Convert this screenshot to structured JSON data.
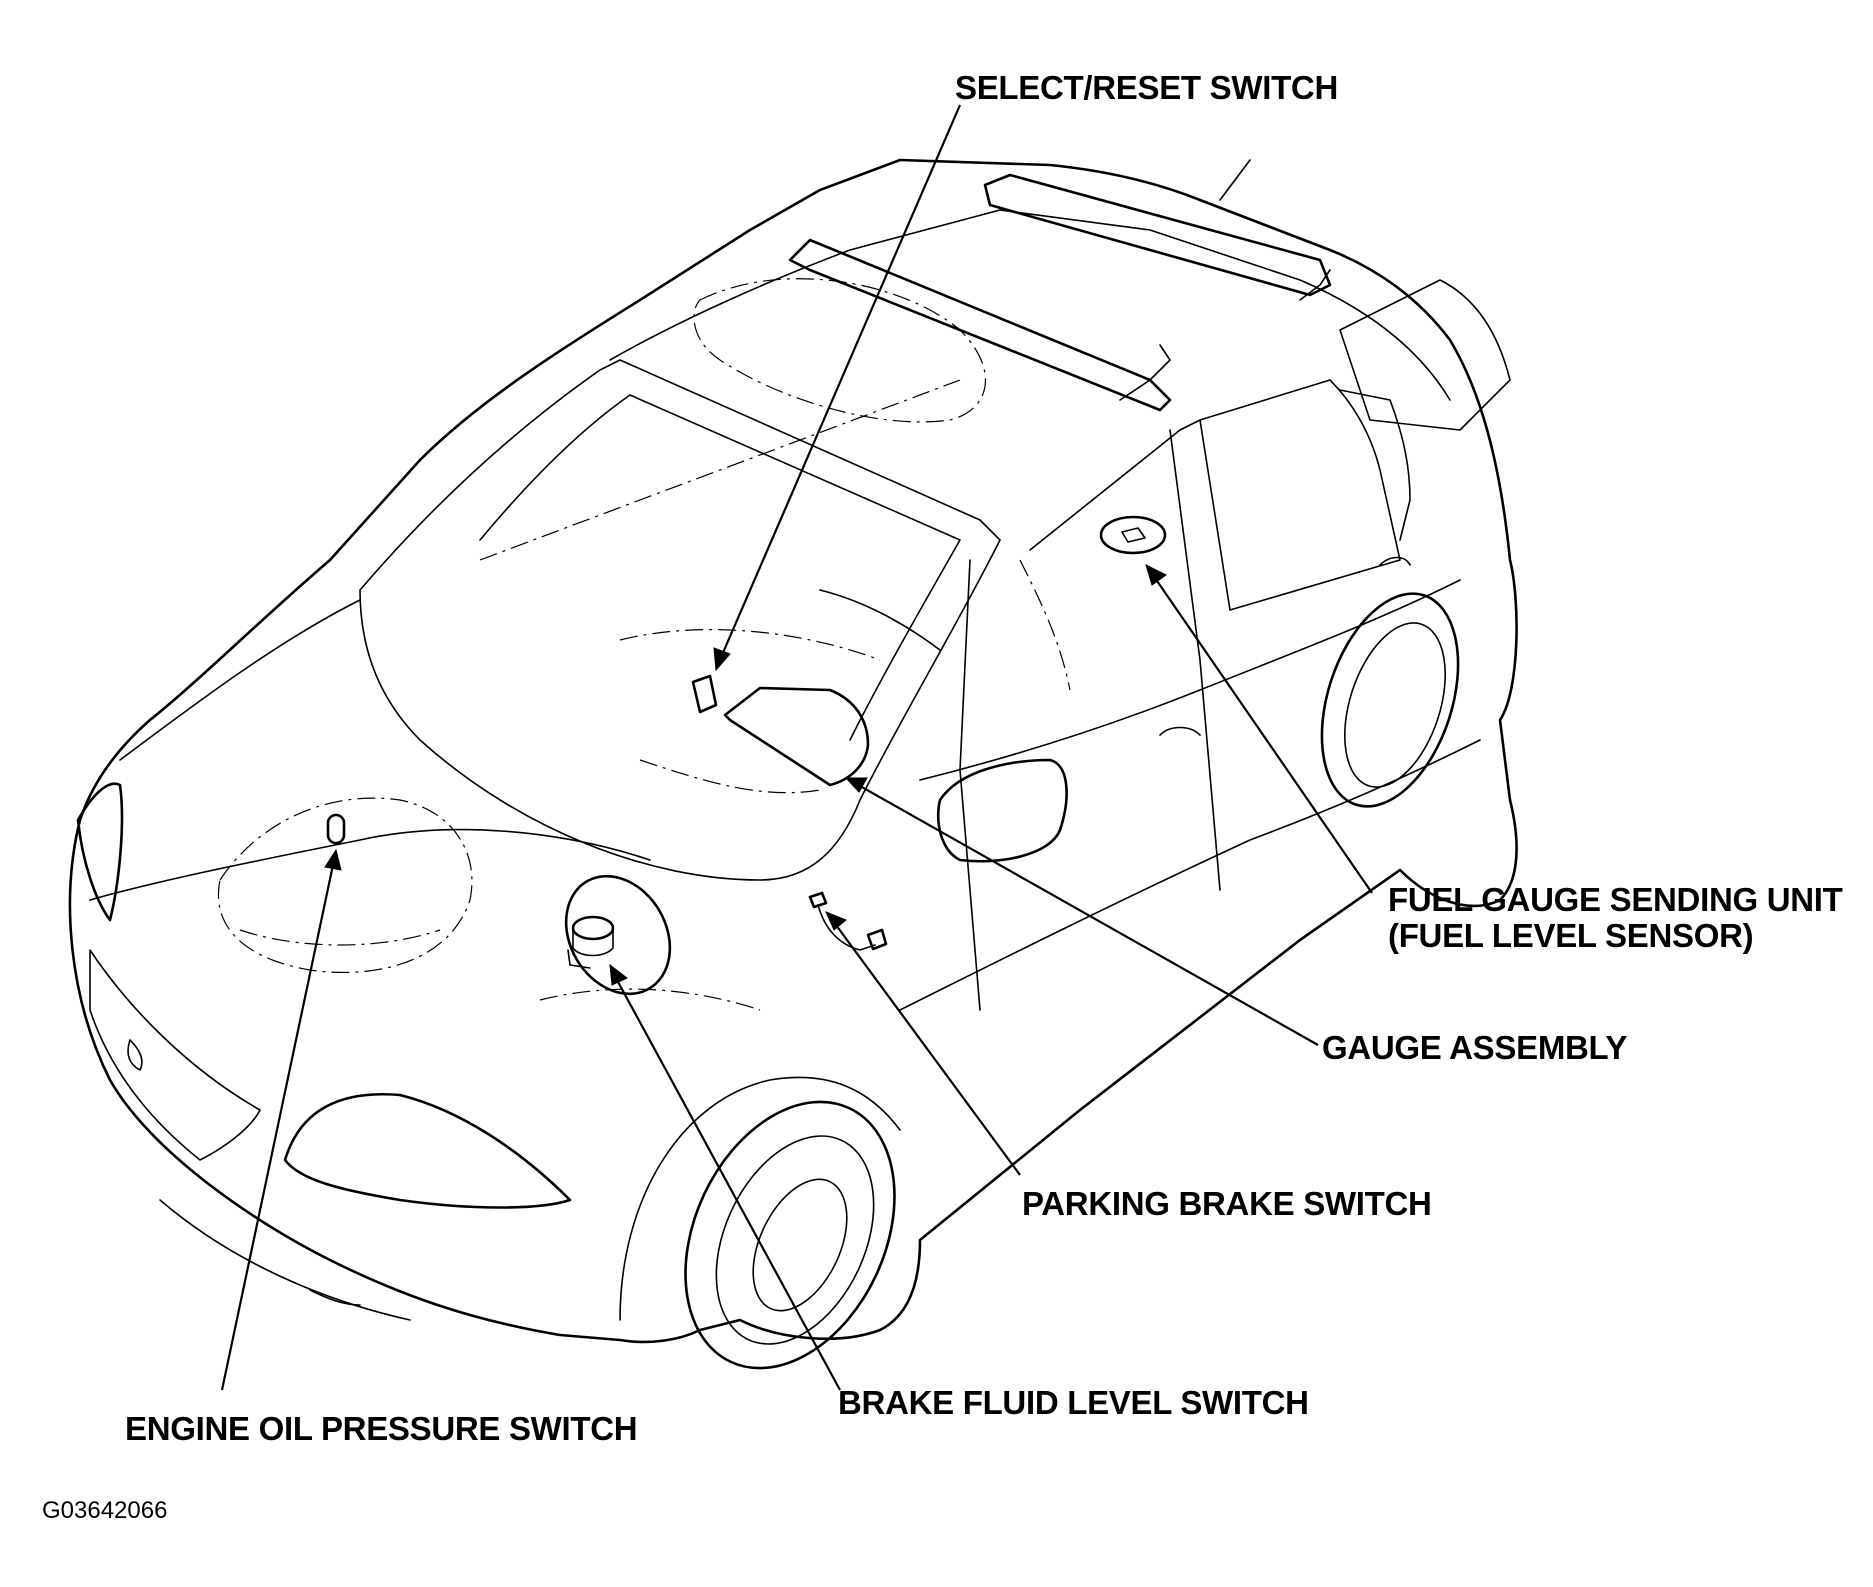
{
  "labels": {
    "select_reset": "SELECT/RESET SWITCH",
    "fuel_gauge_line1": "FUEL GAUGE SENDING UNIT",
    "fuel_gauge_line2": "(FUEL LEVEL SENSOR)",
    "gauge_assembly": "GAUGE ASSEMBLY",
    "parking_brake": "PARKING BRAKE SWITCH",
    "brake_fluid": "BRAKE FLUID LEVEL SWITCH",
    "engine_oil": "ENGINE OIL PRESSURE SWITCH"
  },
  "figure_code": "G03642066"
}
